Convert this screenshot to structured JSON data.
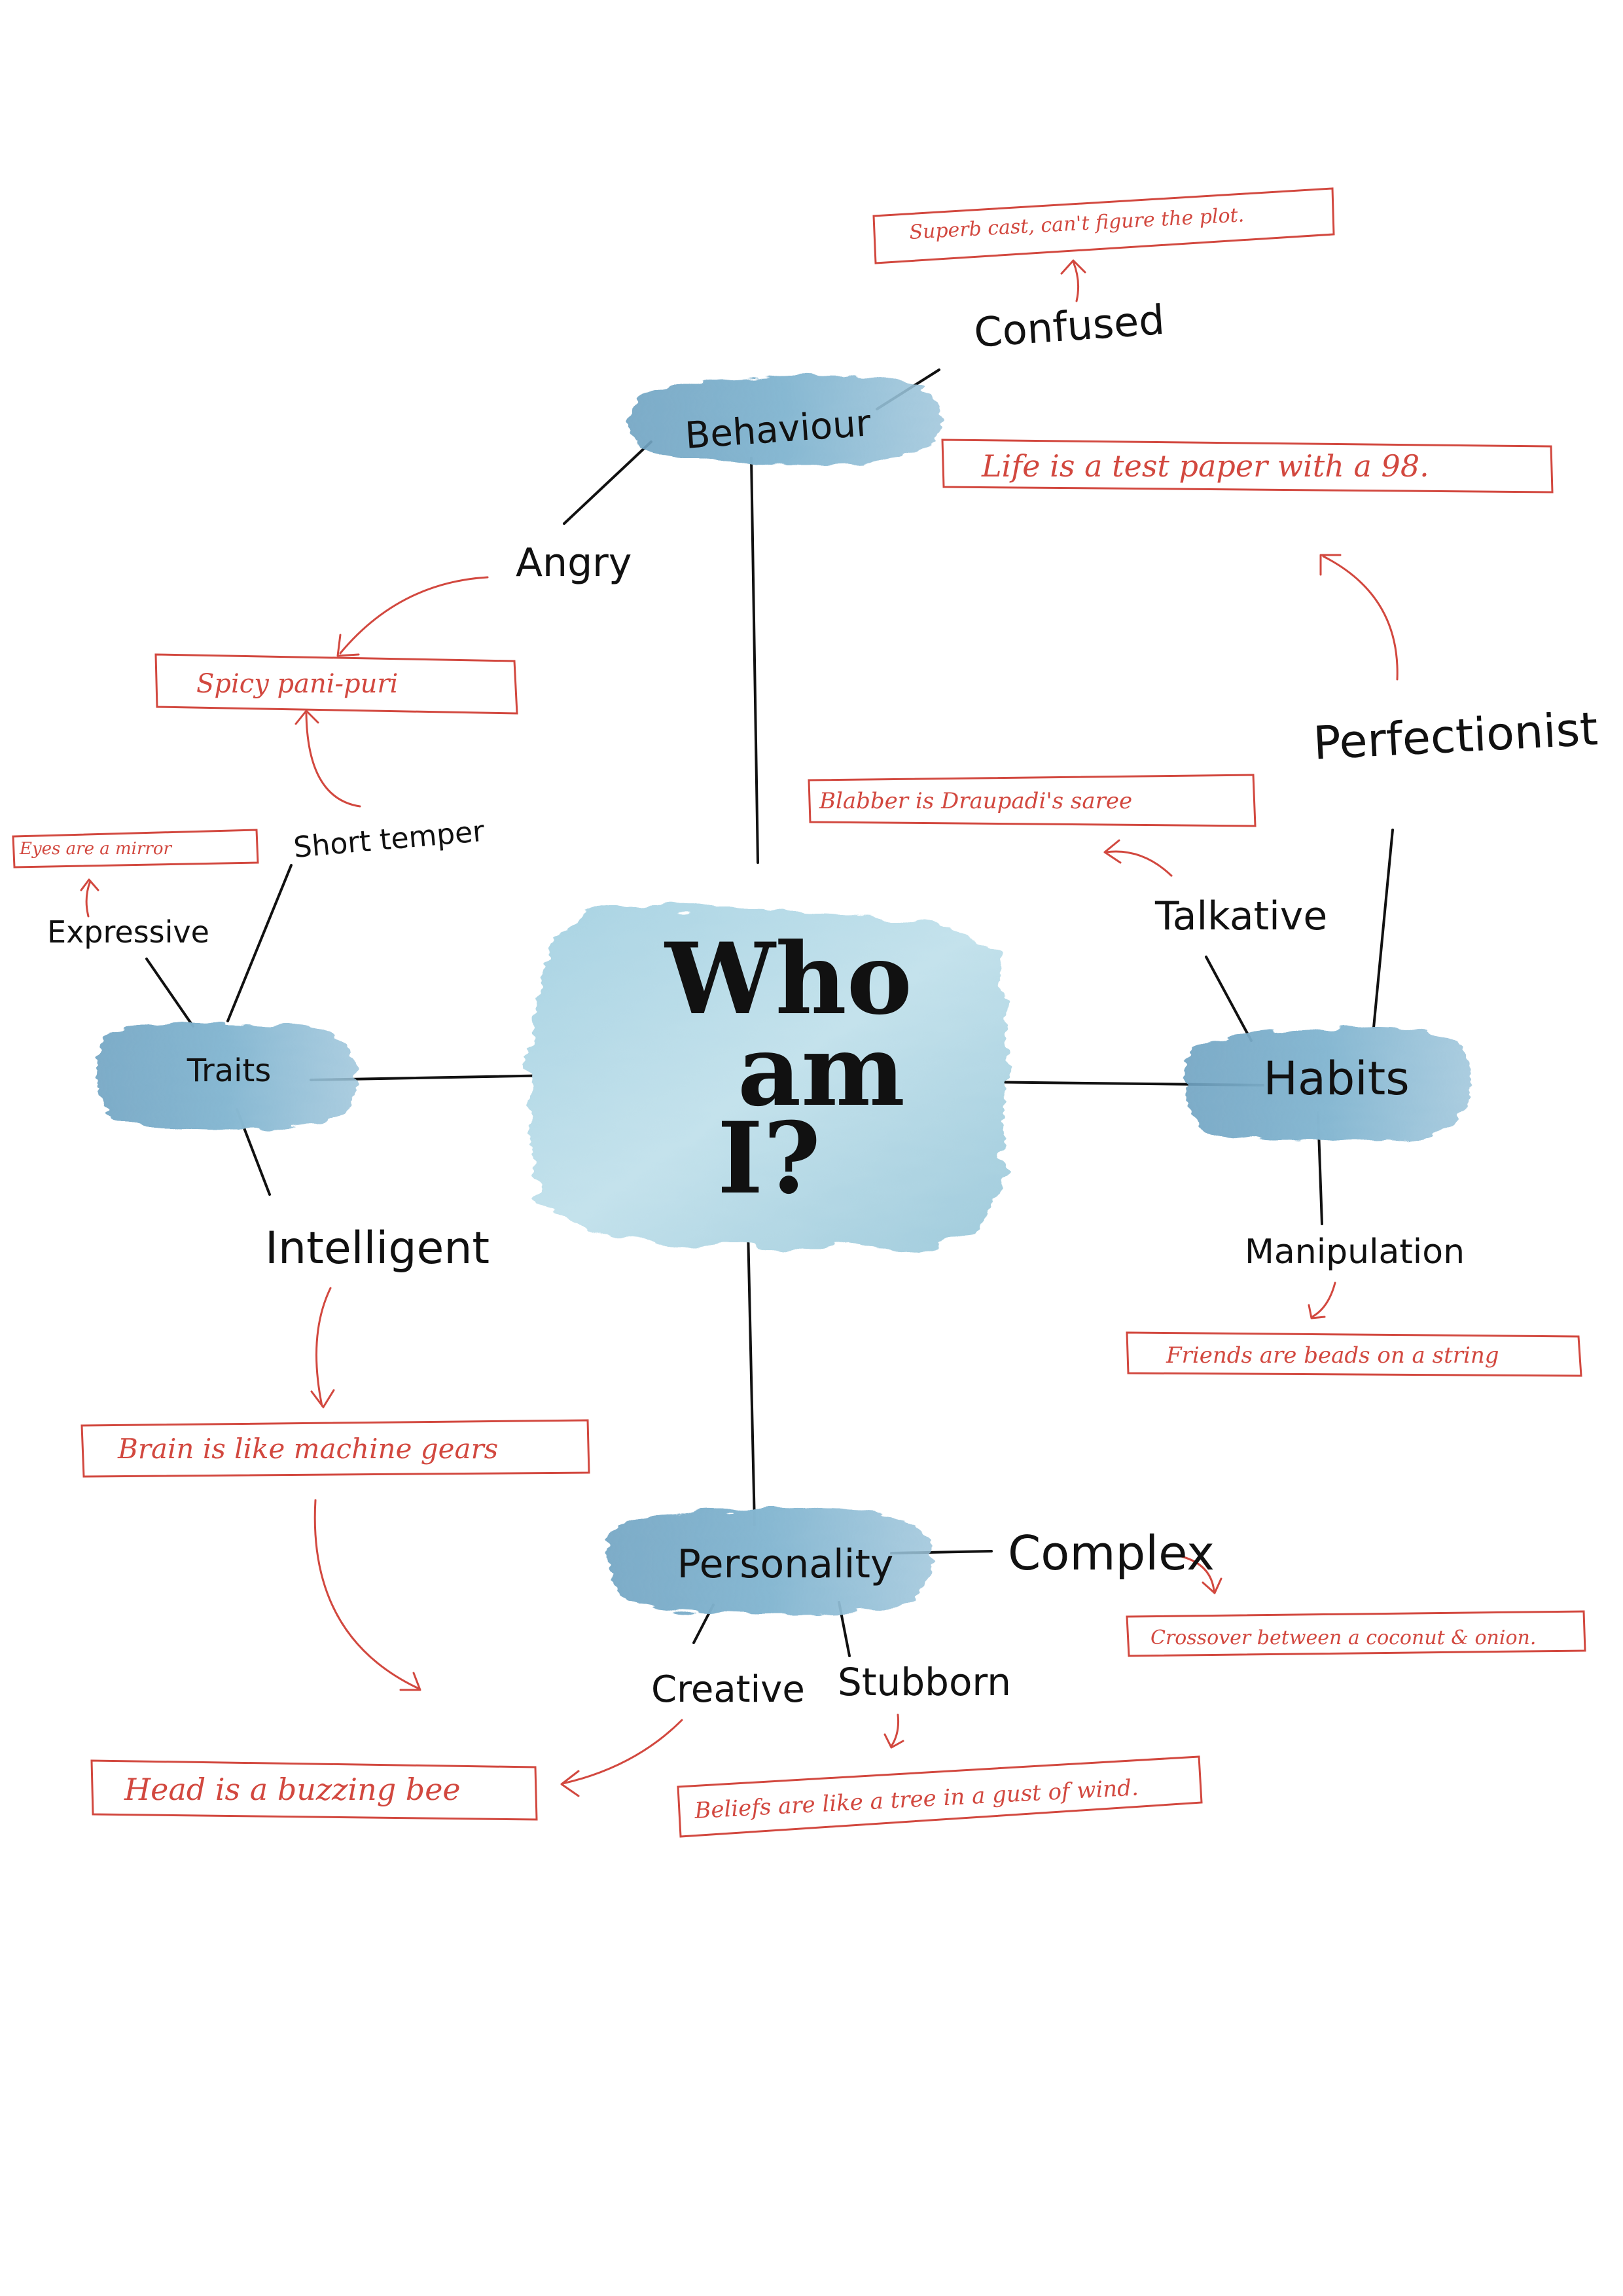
{
  "colors": {
    "ink": "#111111",
    "red": "#d2483f",
    "center_blob": "#b8dce8",
    "node_blob": "#7fb0cc"
  },
  "center": {
    "line1": "Who",
    "line2": "am",
    "line3": "I?"
  },
  "nodes": {
    "behaviour": "Behaviour",
    "traits": "Traits",
    "habits": "Habits",
    "personality": "Personality"
  },
  "labels": {
    "confused": "Confused",
    "angry": "Angry",
    "short_temper": "Short temper",
    "expressive": "Expressive",
    "intelligent": "Intelligent",
    "talkative": "Talkative",
    "perfectionist": "Perfectionist",
    "manipulation": "Manipulation",
    "complex": "Complex",
    "creative": "Creative",
    "stubborn": "Stubborn"
  },
  "notes": {
    "superb_cast": "Superb cast, can't figure the plot.",
    "life_test": "Life is a test paper with a 98.",
    "spicy": "Spicy pani-puri",
    "eyes_mirror": "Eyes are a mirror",
    "blabber": "Blabber is Draupadi's saree",
    "friends": "Friends are beads on a string",
    "brain": "Brain is like machine gears",
    "crossover": "Crossover between a coconut & onion.",
    "head_bee": "Head is a buzzing bee",
    "beliefs": "Beliefs are like a tree in a gust of wind."
  }
}
